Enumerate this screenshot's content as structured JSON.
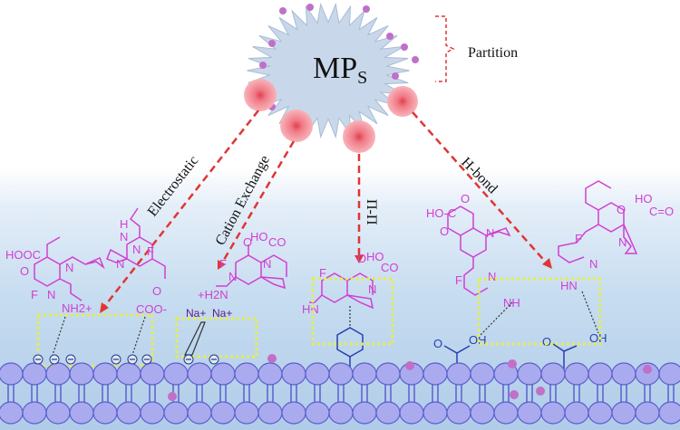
{
  "title": {
    "main": "MP",
    "sub": "S"
  },
  "partition_label": "Partition",
  "mechanisms": [
    "Electrostatic",
    "Cation Exchange",
    "Π-Π",
    "H-bond"
  ],
  "molecule_labels": {
    "m1": [
      "HOOC",
      "O",
      "N",
      "F",
      "N",
      "NH2+"
    ],
    "m2": [
      "H",
      "N",
      "N",
      "F",
      "N",
      "O",
      "COO-"
    ],
    "m3": [
      "HO",
      "CO",
      "O",
      "F",
      "N",
      "N",
      "+H2N"
    ],
    "m4": [
      "F",
      "O",
      "HO",
      "CO",
      "N",
      "HN"
    ],
    "m5": [
      "HO-C",
      "O",
      "O",
      "N",
      "F",
      "N",
      "NH"
    ],
    "m6": [
      "HO",
      "O",
      "C=O",
      "F",
      "N",
      "N",
      "HN"
    ],
    "sodium": [
      "Na+",
      "Na+"
    ],
    "hydroxyl": [
      "OH",
      "OH",
      "O",
      "O"
    ]
  },
  "colors": {
    "molecule": "#d23fd2",
    "arrow": "#e03535",
    "box": "#e5ef5a",
    "lipid": "#aaaaee",
    "lipid_stroke": "#5a5fcf",
    "microplastic": "#c8d8ea",
    "bead": "#f2a0a6"
  }
}
